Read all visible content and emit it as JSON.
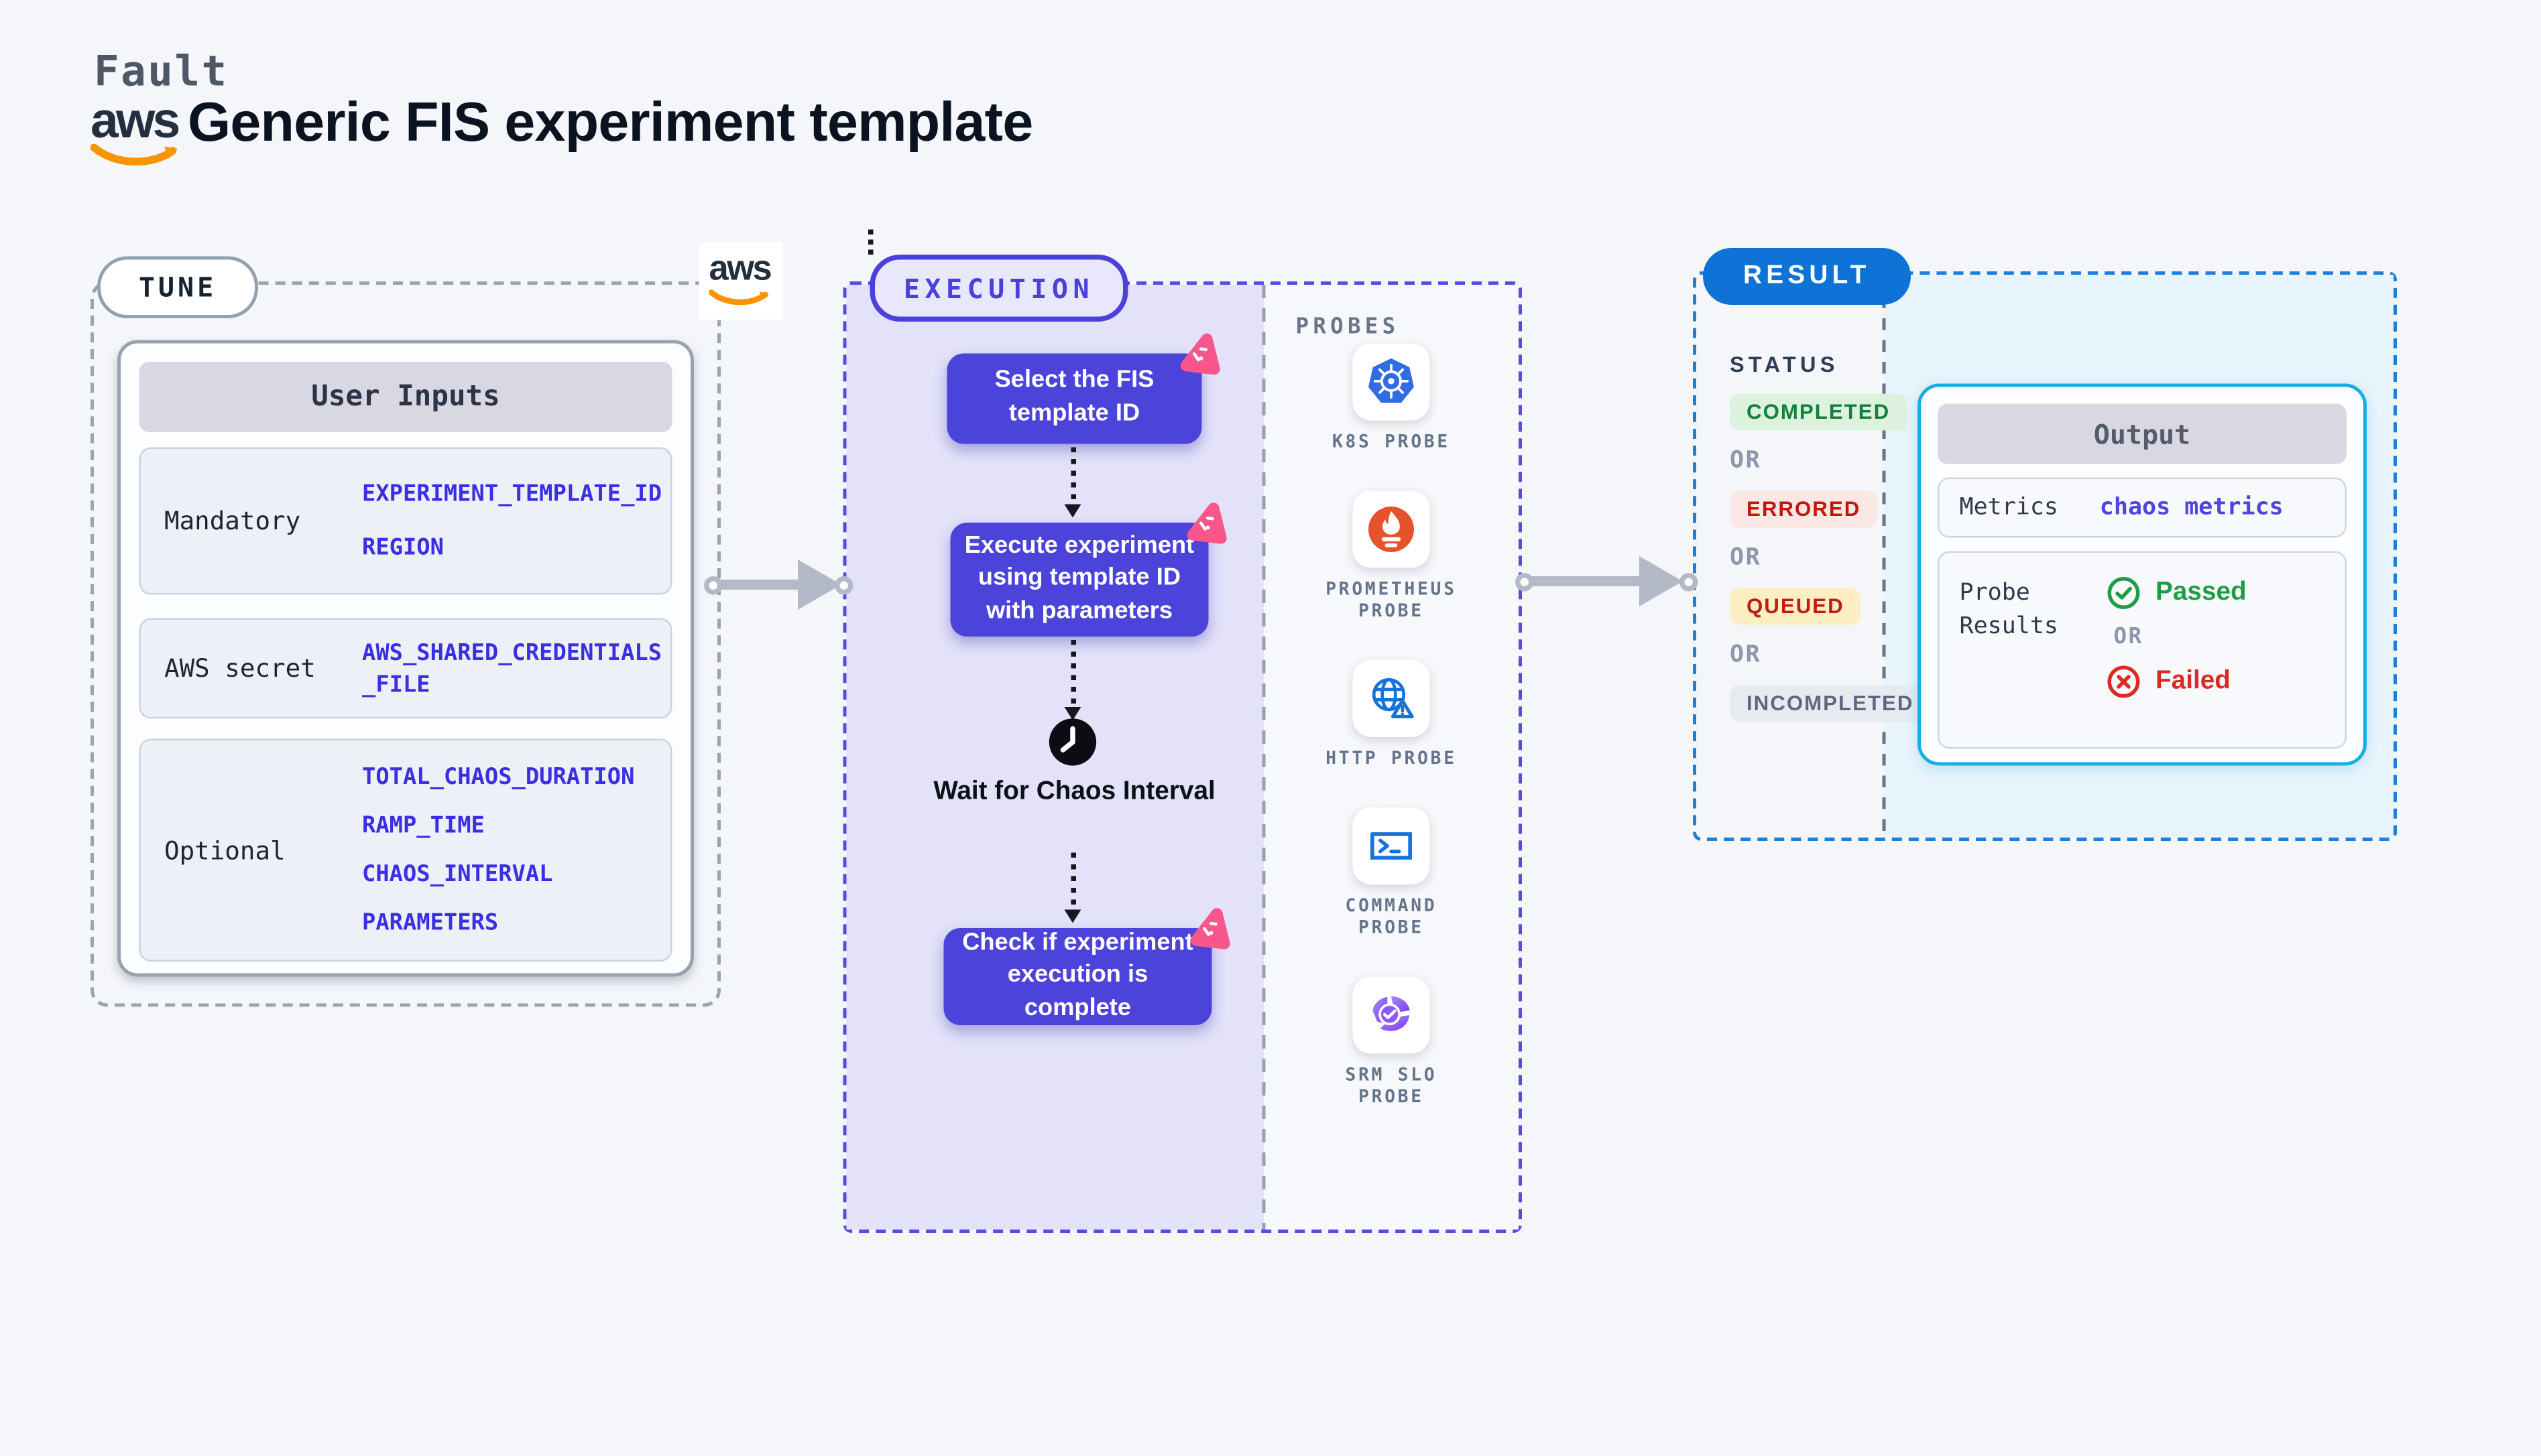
{
  "header": {
    "brand": "Fault",
    "title": "Generic FIS experiment template",
    "aws_logo_text": "aws"
  },
  "tune": {
    "badge": "TUNE",
    "user_inputs": {
      "header": "User Inputs",
      "rows": [
        {
          "label": "Mandatory",
          "values": [
            "EXPERIMENT_TEMPLATE_ID",
            "REGION"
          ]
        },
        {
          "label": "AWS secret",
          "values": [
            "AWS_SHARED_CREDENTIALS",
            "_FILE"
          ]
        },
        {
          "label": "Optional",
          "values": [
            "TOTAL_CHAOS_DURATION",
            "RAMP_TIME",
            "CHAOS_INTERVAL",
            "PARAMETERS"
          ]
        }
      ]
    }
  },
  "execution": {
    "badge": "EXECUTION",
    "steps": [
      "Select the FIS template ID",
      "Execute experiment using template ID with parameters"
    ],
    "wait_step": "Wait for Chaos Interval",
    "final_step": "Check if experiment execution is complete"
  },
  "probes": {
    "title": "PROBES",
    "items": [
      {
        "name": "K8S PROBE",
        "icon": "kubernetes"
      },
      {
        "name": "PROMETHEUS PROBE",
        "icon": "prometheus"
      },
      {
        "name": "HTTP PROBE",
        "icon": "http-globe"
      },
      {
        "name": "COMMAND PROBE",
        "icon": "terminal"
      },
      {
        "name": "SRM SLO PROBE",
        "icon": "srm-slo"
      }
    ]
  },
  "result": {
    "badge": "RESULT",
    "status_title": "STATUS",
    "or_label": "OR",
    "statuses": [
      {
        "label": "COMPLETED",
        "kind": "completed"
      },
      {
        "label": "ERRORED",
        "kind": "errored"
      },
      {
        "label": "QUEUED",
        "kind": "queued"
      },
      {
        "label": "INCOMPLETED",
        "kind": "incompleted"
      }
    ],
    "output": {
      "header": "Output",
      "metrics_label": "Metrics",
      "metrics_value": "chaos metrics",
      "probe_results_label": "Probe Results",
      "passed_label": "Passed",
      "failed_label": "Failed"
    }
  },
  "colors": {
    "page_bg": "#f4f6fa",
    "accent_indigo": "#4b43da",
    "lavender_bg": "#e3e2f9",
    "value_blue": "#3a2fe2",
    "result_blue": "#0f72d6",
    "cyan_border": "#18ade5",
    "cyan_bg": "#e7f4fb",
    "aws_orange": "#f79400",
    "chaos_pink": "#f9568c",
    "passed_green": "#1f9d44",
    "failed_red": "#da2b25",
    "k8s_blue": "#326ce5",
    "prometheus_orange": "#e6522c",
    "srm_purple": "#8b5cf6"
  }
}
